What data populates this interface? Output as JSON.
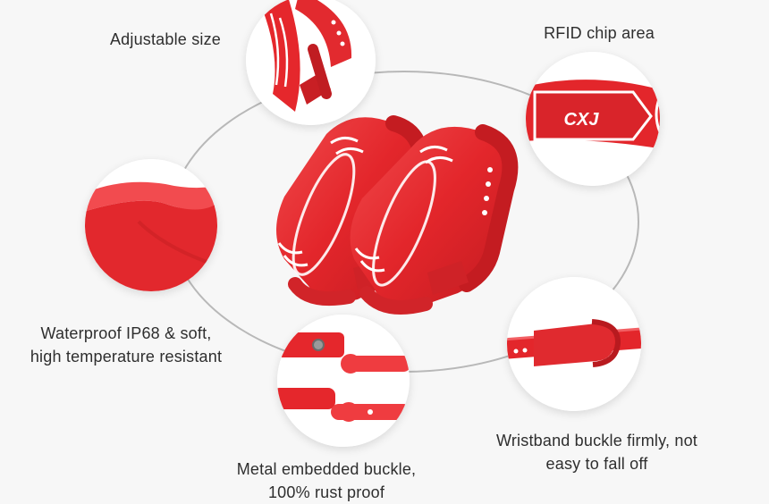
{
  "colors": {
    "band_red": "#e8292e",
    "band_red_dark": "#c71f24",
    "band_red_light": "#f25a5a",
    "ring_line": "#b8b8b8",
    "background": "#f7f7f7"
  },
  "labels": {
    "adjustable": [
      "Adjustable size"
    ],
    "rfid": [
      "RFID chip area"
    ],
    "waterproof": [
      "Waterproof IP68 & soft,",
      "high temperature resistant"
    ],
    "metal": [
      "Metal embedded buckle,",
      "100% rust proof"
    ],
    "buckle": [
      "Wristband buckle firmly, not",
      "easy to fall off"
    ]
  },
  "chip_logo_text": "CXJ",
  "icons": {
    "center": "red-silicone-wristbands-pair",
    "adjustable": "wristband-adjustable-strap-closeup",
    "rfid": "rfid-chip-logo-closeup",
    "waterproof": "soft-silicone-bend-closeup",
    "metal": "metal-buckle-strap-closeup",
    "buckle": "buckle-fastened-closeup"
  }
}
